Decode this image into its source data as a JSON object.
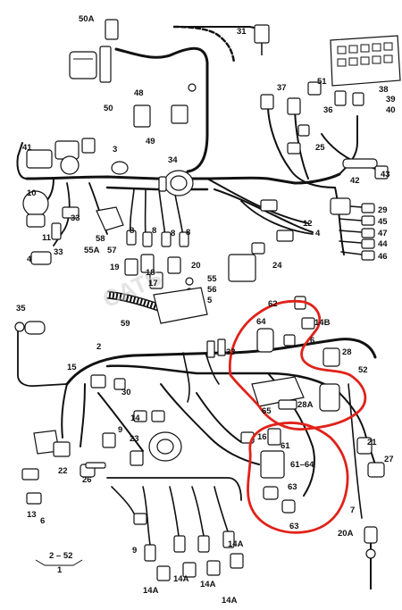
{
  "watermark": "CATS",
  "callout_color": "#e0221a",
  "labels": [
    {
      "id": "50A",
      "text": "50A"
    },
    {
      "id": "50",
      "text": "50"
    },
    {
      "id": "31",
      "text": "31"
    },
    {
      "id": "48",
      "text": "48"
    },
    {
      "id": "49",
      "text": "49"
    },
    {
      "id": "37",
      "text": "37"
    },
    {
      "id": "51",
      "text": "51"
    },
    {
      "id": "38",
      "text": "38"
    },
    {
      "id": "39",
      "text": "39"
    },
    {
      "id": "40",
      "text": "40"
    },
    {
      "id": "36",
      "text": "36"
    },
    {
      "id": "25",
      "text": "25"
    },
    {
      "id": "41",
      "text": "41"
    },
    {
      "id": "3",
      "text": "3"
    },
    {
      "id": "34",
      "text": "34"
    },
    {
      "id": "42",
      "text": "42"
    },
    {
      "id": "43",
      "text": "43"
    },
    {
      "id": "29",
      "text": "29"
    },
    {
      "id": "45",
      "text": "45"
    },
    {
      "id": "47",
      "text": "47"
    },
    {
      "id": "44",
      "text": "44"
    },
    {
      "id": "46",
      "text": "46"
    },
    {
      "id": "10",
      "text": "10"
    },
    {
      "id": "33a",
      "text": "33"
    },
    {
      "id": "11",
      "text": "11"
    },
    {
      "id": "33b",
      "text": "33"
    },
    {
      "id": "58",
      "text": "58"
    },
    {
      "id": "55A",
      "text": "55A"
    },
    {
      "id": "57",
      "text": "57"
    },
    {
      "id": "4a",
      "text": "4"
    },
    {
      "id": "8a",
      "text": "8"
    },
    {
      "id": "8b",
      "text": "8"
    },
    {
      "id": "8c",
      "text": "8"
    },
    {
      "id": "8d",
      "text": "8"
    },
    {
      "id": "12",
      "text": "12"
    },
    {
      "id": "4b",
      "text": "4"
    },
    {
      "id": "24",
      "text": "24"
    },
    {
      "id": "19",
      "text": "19"
    },
    {
      "id": "18",
      "text": "18"
    },
    {
      "id": "17",
      "text": "17"
    },
    {
      "id": "20",
      "text": "20"
    },
    {
      "id": "55",
      "text": "55"
    },
    {
      "id": "56",
      "text": "56"
    },
    {
      "id": "5",
      "text": "5"
    },
    {
      "id": "35",
      "text": "35"
    },
    {
      "id": "59",
      "text": "59"
    },
    {
      "id": "62",
      "text": "62"
    },
    {
      "id": "64",
      "text": "64"
    },
    {
      "id": "14B",
      "text": "14B"
    },
    {
      "id": "6a",
      "text": "6"
    },
    {
      "id": "28",
      "text": "28"
    },
    {
      "id": "52",
      "text": "52"
    },
    {
      "id": "2",
      "text": "2"
    },
    {
      "id": "33c",
      "text": "33"
    },
    {
      "id": "15",
      "text": "15"
    },
    {
      "id": "30",
      "text": "30"
    },
    {
      "id": "14a",
      "text": "14"
    },
    {
      "id": "65",
      "text": "65"
    },
    {
      "id": "28A",
      "text": "28A"
    },
    {
      "id": "9a",
      "text": "9"
    },
    {
      "id": "23",
      "text": "23"
    },
    {
      "id": "16",
      "text": "16"
    },
    {
      "id": "61",
      "text": "61"
    },
    {
      "id": "61-64",
      "text": "61–64"
    },
    {
      "id": "21",
      "text": "21"
    },
    {
      "id": "27",
      "text": "27"
    },
    {
      "id": "22",
      "text": "22"
    },
    {
      "id": "26",
      "text": "26"
    },
    {
      "id": "13",
      "text": "13"
    },
    {
      "id": "6b",
      "text": "6"
    },
    {
      "id": "63a",
      "text": "63"
    },
    {
      "id": "63b",
      "text": "63"
    },
    {
      "id": "7",
      "text": "7"
    },
    {
      "id": "20A",
      "text": "20A"
    },
    {
      "id": "9b",
      "text": "9"
    },
    {
      "id": "14A1",
      "text": "14A"
    },
    {
      "id": "14A2",
      "text": "14A"
    },
    {
      "id": "14A3",
      "text": "14A"
    },
    {
      "id": "14A4",
      "text": "14A"
    },
    {
      "id": "14A5",
      "text": "14A"
    },
    {
      "id": "range",
      "text": "2 – 52"
    },
    {
      "id": "one",
      "text": "1"
    }
  ]
}
